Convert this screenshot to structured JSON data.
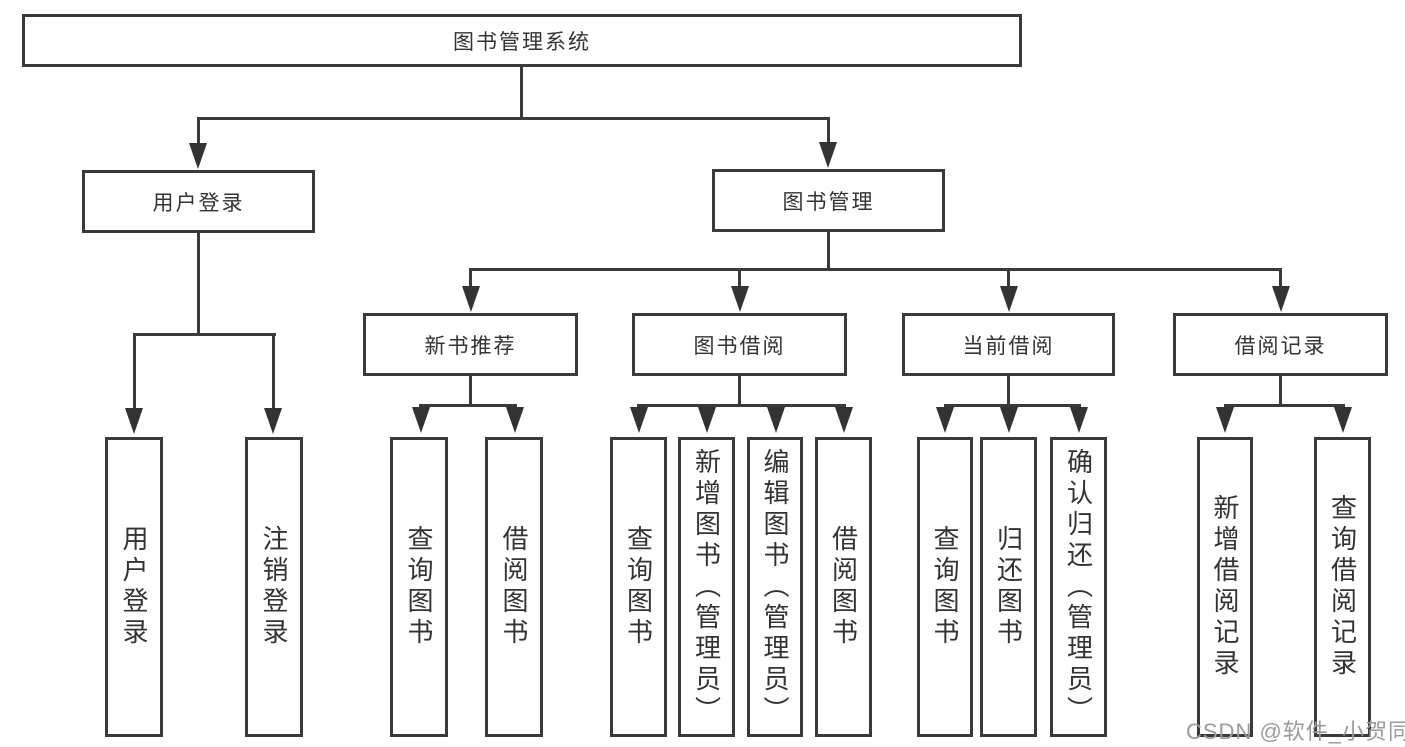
{
  "colors": {
    "line": "#3a3a3a",
    "text": "#333333",
    "watermark_gray": "#9b9b9b",
    "background": "#ffffff"
  },
  "watermark": {
    "text": "CSDN @软件_小贺同学"
  },
  "tree": {
    "label": "图书管理系统",
    "children": [
      {
        "label": "用户登录",
        "children": [
          {
            "label": "用户登录"
          },
          {
            "label": "注销登录"
          }
        ]
      },
      {
        "label": "图书管理",
        "children": [
          {
            "label": "新书推荐",
            "children": [
              {
                "label": "查询图书"
              },
              {
                "label": "借阅图书"
              }
            ]
          },
          {
            "label": "图书借阅",
            "children": [
              {
                "label": "查询图书"
              },
              {
                "label": "新增图书（管理员）"
              },
              {
                "label": "编辑图书（管理员）"
              },
              {
                "label": "借阅图书"
              }
            ]
          },
          {
            "label": "当前借阅",
            "children": [
              {
                "label": "查询图书"
              },
              {
                "label": "归还图书"
              },
              {
                "label": "确认归还（管理员）"
              }
            ]
          },
          {
            "label": "借阅记录",
            "children": [
              {
                "label": "新增借阅记录"
              },
              {
                "label": "查询借阅记录"
              }
            ]
          }
        ]
      }
    ]
  }
}
